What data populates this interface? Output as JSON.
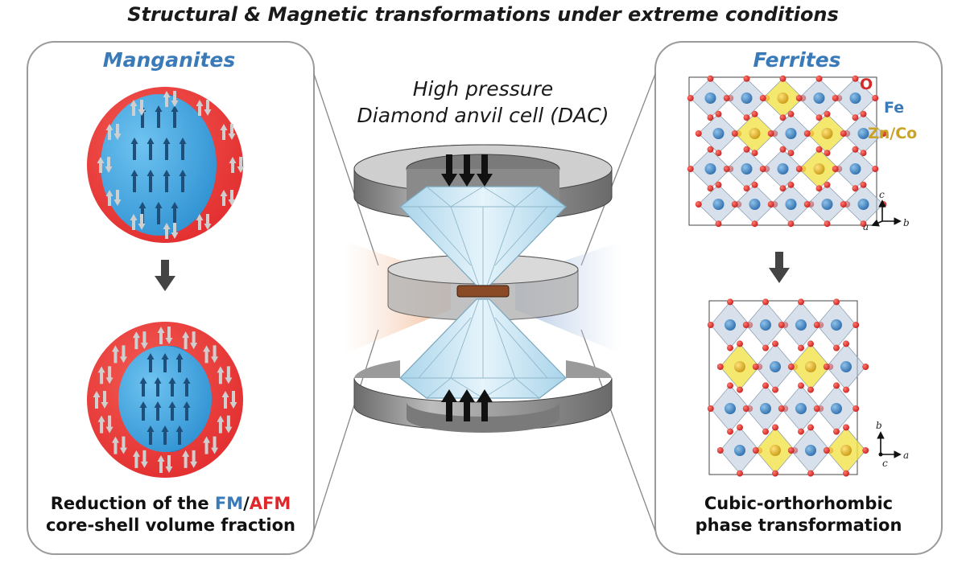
{
  "title": "Structural & Magnetic transformations under extreme conditions",
  "left_panel": {
    "title": "Manganites",
    "caption_line1_prefix": "Reduction of the ",
    "caption_fm": "FM",
    "caption_sep": "/",
    "caption_afm": "AFM",
    "caption_line2": "core-shell volume fraction"
  },
  "center": {
    "line1": "High pressure",
    "line2": "Diamond anvil cell (DAC)"
  },
  "right_panel": {
    "title": "Ferrites",
    "legend": [
      {
        "label": "O",
        "color": "#d42a2a"
      },
      {
        "label": "Fe",
        "color": "#3a7ab8"
      },
      {
        "label": "Zn/Co",
        "color": "#c9a227"
      }
    ],
    "axes_top": {
      "a": "a",
      "b": "b",
      "c": "c"
    },
    "axes_bottom": {
      "a": "a",
      "b": "b",
      "c": "c"
    },
    "caption_line1": "Cubic-orthorhombic",
    "caption_line2": "phase transformation"
  },
  "colors": {
    "core": "#3fa3e0",
    "shell": "#e8322e",
    "panel_border": "#9a9a9a",
    "arrow": "#444444"
  }
}
